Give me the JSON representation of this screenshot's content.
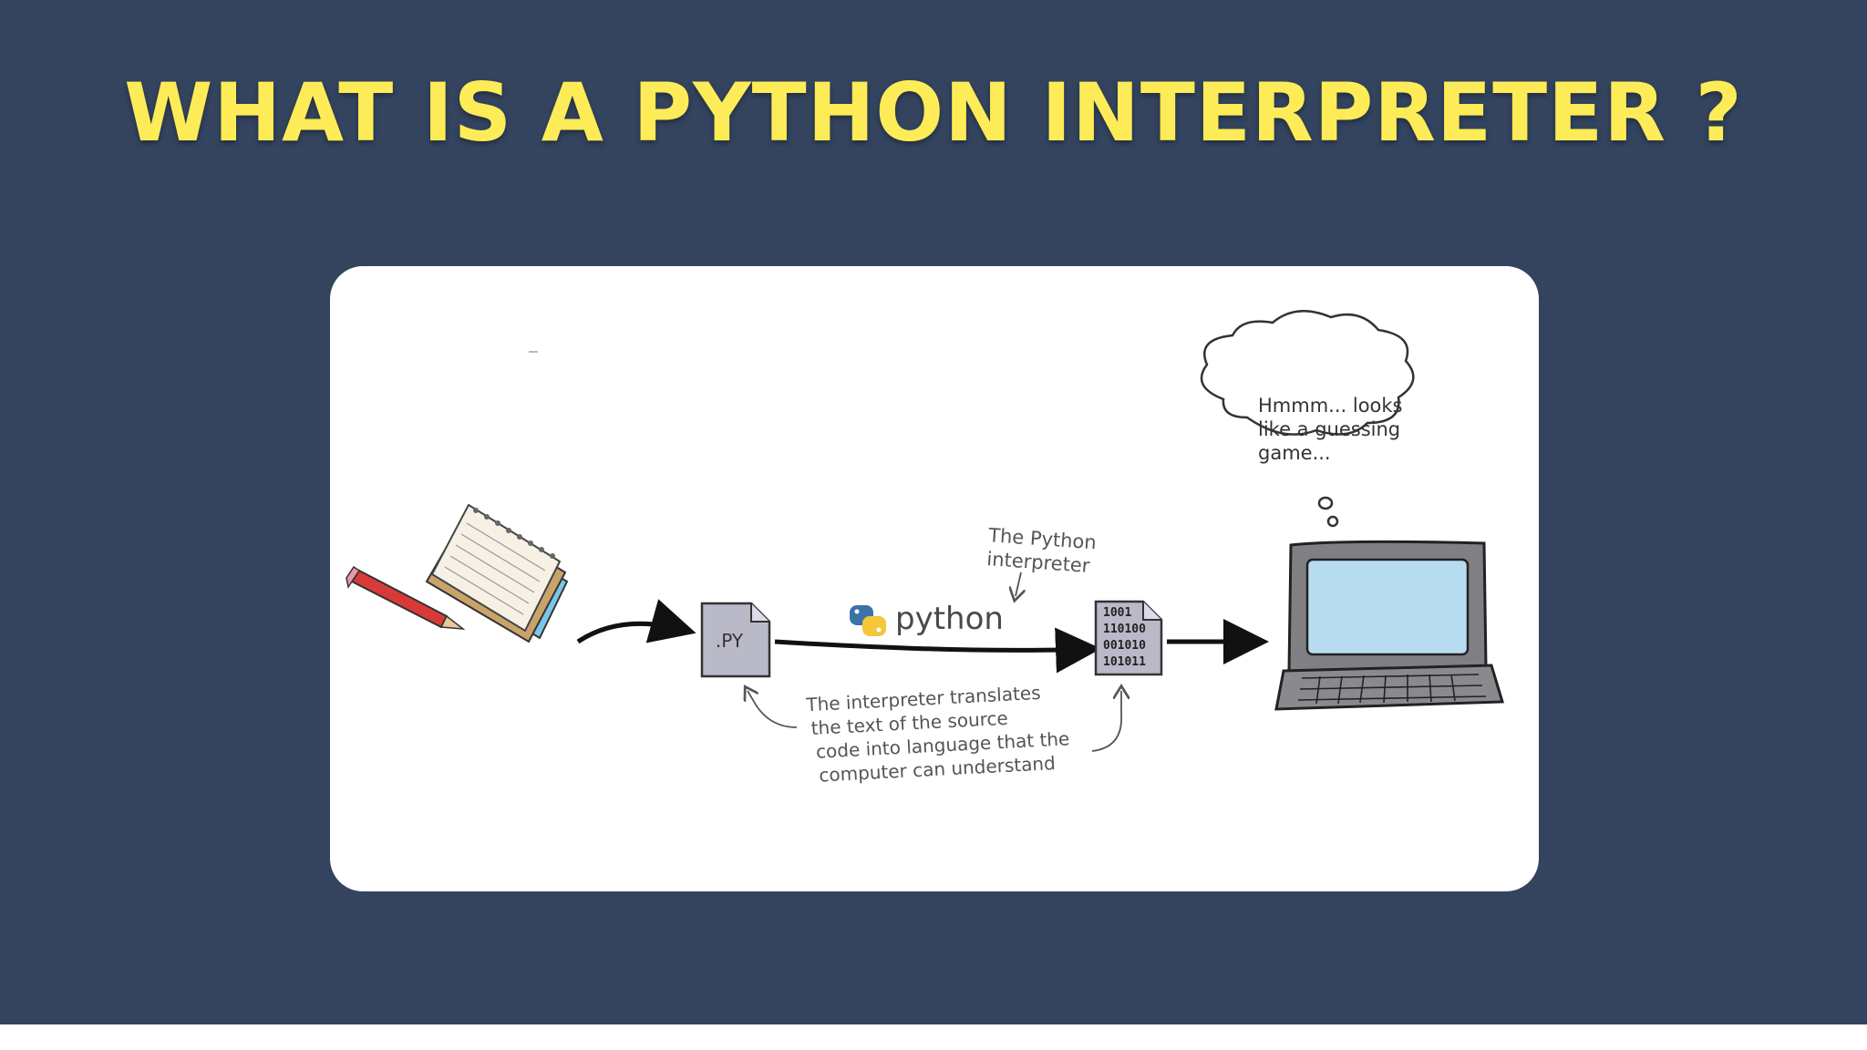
{
  "title": "WHAT IS A PYTHON INTERPRETER ?",
  "colors": {
    "slide_background": "#34445f",
    "title": "#fdec58",
    "card": "#ffffff",
    "python_blue": "#3b73a8",
    "python_yellow": "#f5c63a"
  },
  "diagram": {
    "source_file_label": ".PY",
    "python_logo_text": "python",
    "interpreter_label": [
      "The Python",
      "interpreter"
    ],
    "translation_note": [
      "The interpreter translates",
      "the text of the source",
      "code into language that the",
      "computer can understand"
    ],
    "binary_lines": [
      "1001",
      "110100",
      "001010",
      "101011"
    ],
    "thought_bubble": [
      "Hmmm... looks",
      "like a guessing",
      "game..."
    ]
  }
}
